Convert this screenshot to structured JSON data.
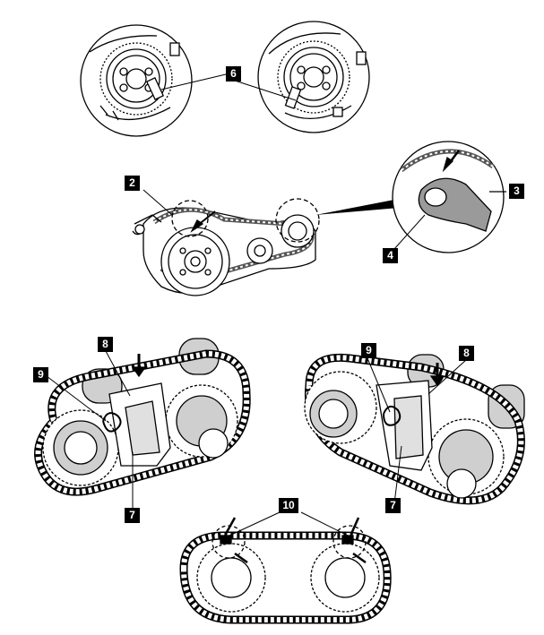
{
  "figure": {
    "type": "technical illustration",
    "subject": "camshaft timing chain and toothed belt installation",
    "colors": {
      "line": "#000000",
      "background": "#ffffff",
      "shade": "#bdbdbd",
      "dark": "#6e6e6e"
    }
  },
  "callouts": {
    "c6": "6",
    "c2": "2",
    "c3": "3",
    "c4": "4",
    "c8_left": "8",
    "c9_left": "9",
    "c7_left": "7",
    "c9_right": "9",
    "c8_right": "8",
    "c7_right": "7",
    "c10": "10"
  }
}
